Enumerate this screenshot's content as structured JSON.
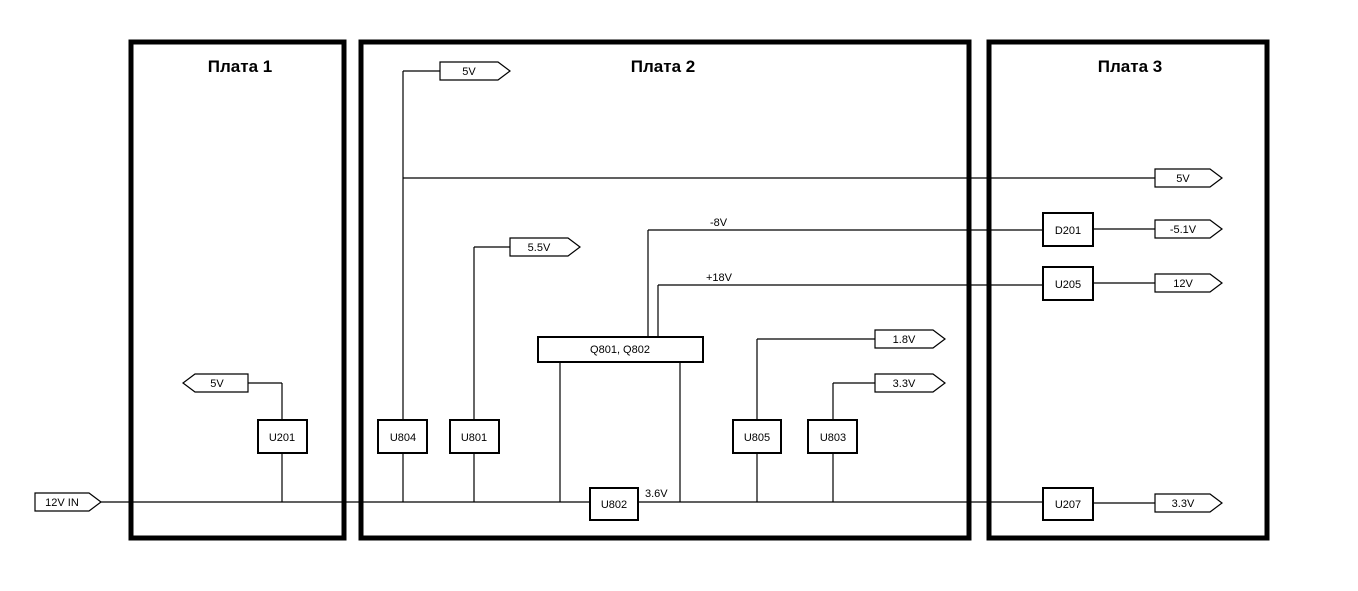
{
  "diagram": {
    "boards": [
      {
        "title": "Плата 1"
      },
      {
        "title": "Плата 2"
      },
      {
        "title": "Плата 3"
      }
    ],
    "input_flag": "12V IN",
    "components": {
      "u201": "U201",
      "u804": "U804",
      "u801": "U801",
      "q801_q802": "Q801, Q802",
      "u802": "U802",
      "u805": "U805",
      "u803": "U803",
      "d201": "D201",
      "u205": "U205",
      "u207": "U207"
    },
    "flags": {
      "board1_5v": "5V",
      "board2_5v": "5V",
      "board2_5v5": "5.5V",
      "board2_1v8": "1.8V",
      "board2_3v3": "3.3V",
      "board3_5v": "5V",
      "board3_neg5v1": "-5.1V",
      "board3_12v": "12V",
      "board3_3v3": "3.3V"
    },
    "nets": {
      "neg8v": "-8V",
      "pos18v": "+18V",
      "v3p6": "3.6V"
    }
  }
}
